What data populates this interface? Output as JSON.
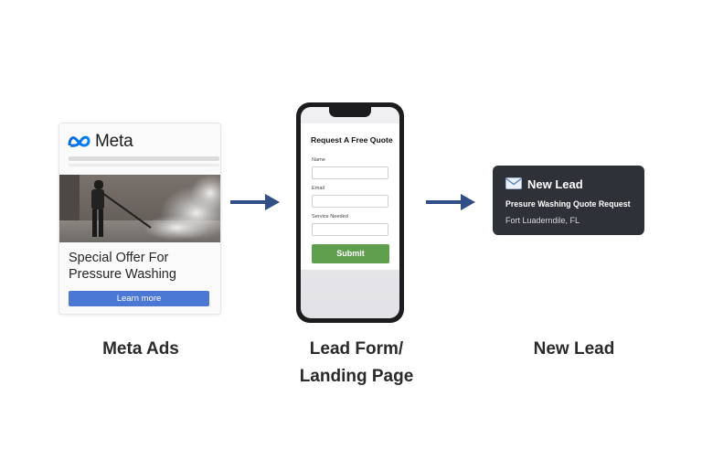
{
  "steps": {
    "meta_ads": {
      "caption": "Meta Ads",
      "logo_text": "Meta",
      "headline_line1": "Special Offer For",
      "headline_line2": "Pressure Washing",
      "cta_label": "Learn more"
    },
    "lead_form": {
      "caption_line1": "Lead Form/",
      "caption_line2": "Landing Page",
      "form_title": "Request A Free Quote",
      "fields": [
        {
          "label": "Name"
        },
        {
          "label": "Email"
        },
        {
          "label": "Service Needed"
        }
      ],
      "submit_label": "Submit"
    },
    "new_lead": {
      "caption": "New Lead",
      "title": "New Lead",
      "subtitle": "Presure Washing Quote Request",
      "location": "Fort Luaderndile, FL"
    }
  },
  "icons": {
    "logo": "meta-infinity-icon",
    "arrow": "arrow-right-icon",
    "notification": "envelope-icon"
  },
  "colors": {
    "arrow": "#2f4f86",
    "cta": "#4a78d4",
    "submit": "#5f9e4c",
    "notification_bg": "#2e3137",
    "meta_blue": "#0668e1"
  }
}
